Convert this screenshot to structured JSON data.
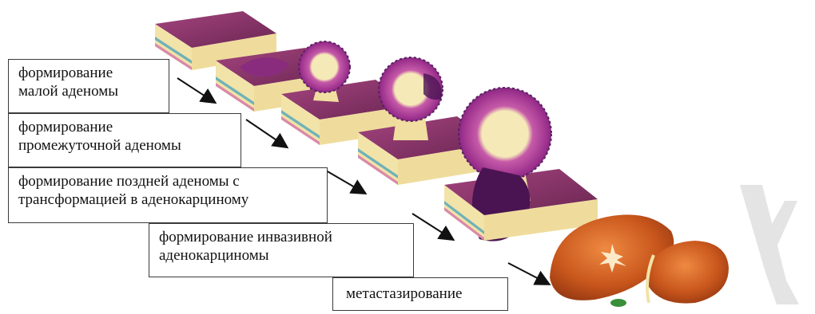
{
  "stages": [
    {
      "id": "stage-small-adenoma",
      "lines": [
        "формирование",
        "малой аденомы"
      ]
    },
    {
      "id": "stage-intermediate-adenoma",
      "lines": [
        "формирование",
        "промежуточной аденомы"
      ]
    },
    {
      "id": "stage-late-adenoma",
      "lines": [
        "формирование поздней аденомы с",
        "трансформацией в аденокарциному"
      ]
    },
    {
      "id": "stage-invasive-adenocarcinoma",
      "lines": [
        "формирование инвазивной",
        "аденокарциномы"
      ]
    },
    {
      "id": "stage-metastasis",
      "lines": [
        "метастазирование"
      ]
    }
  ],
  "colors": {
    "mucosa_top": "#8e3a6e",
    "mucosa_side": "#6e2a55",
    "layer_cream": "#f2e3a8",
    "layer_teal": "#6fb2b8",
    "layer_pink": "#d98aa8",
    "polyp_purple": "#a83a9a",
    "polyp_dark": "#5b1e64",
    "polyp_core": "#f5e9b8",
    "liver": "#c8561c",
    "liver_light": "#e27a34",
    "arrow": "#111111",
    "watermark": "#e4e4e4"
  }
}
